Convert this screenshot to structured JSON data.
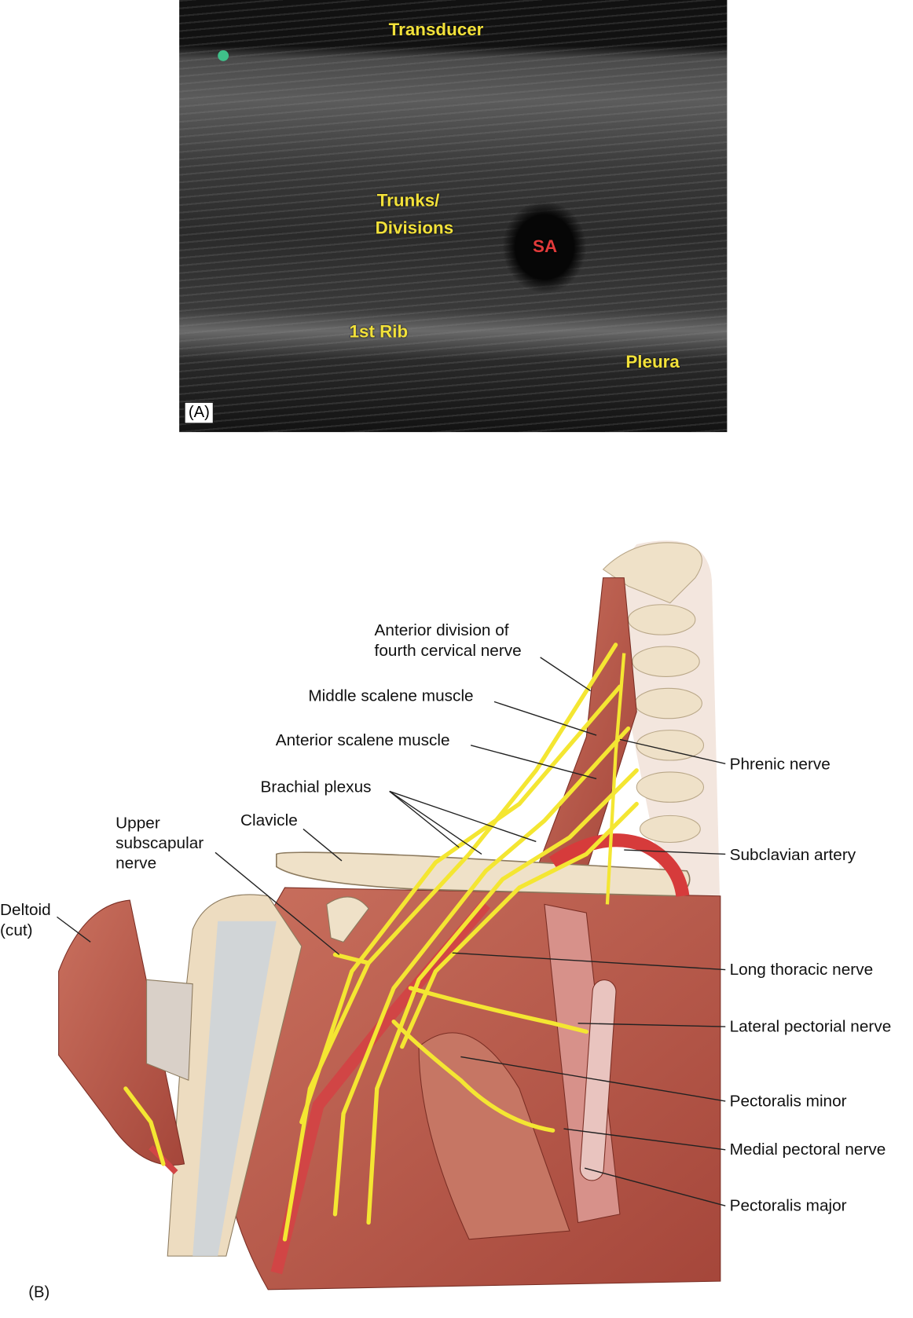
{
  "panel_a": {
    "panel_label": "(A)",
    "labels": {
      "transducer": "Transducer",
      "trunks": "Trunks/",
      "divisions": "Divisions",
      "sa": "SA",
      "first_rib": "1st Rib",
      "pleura": "Pleura"
    },
    "colors": {
      "label": "#f2e13a",
      "artery_label": "#e23a3a",
      "probe_marker": "#3fc08a"
    }
  },
  "panel_b": {
    "panel_label": "(B)",
    "labels": {
      "anterior_division_1": "Anterior division of",
      "anterior_division_2": "fourth cervical nerve",
      "middle_scalene": "Middle scalene muscle",
      "anterior_scalene": "Anterior scalene muscle",
      "brachial_plexus": "Brachial plexus",
      "clavicle": "Clavicle",
      "upper_subscapular_1": "Upper",
      "upper_subscapular_2": "subscapular",
      "upper_subscapular_3": "nerve",
      "deltoid_1": "Deltoid",
      "deltoid_2": "(cut)",
      "phrenic": "Phrenic nerve",
      "subclavian": "Subclavian artery",
      "long_thoracic": "Long thoracic nerve",
      "lateral_pectoral": "Lateral pectorial nerve",
      "pectoralis_minor": "Pectoralis minor",
      "medial_pectoral": "Medial pectoral nerve",
      "pectoralis_major": "Pectoralis major"
    }
  }
}
